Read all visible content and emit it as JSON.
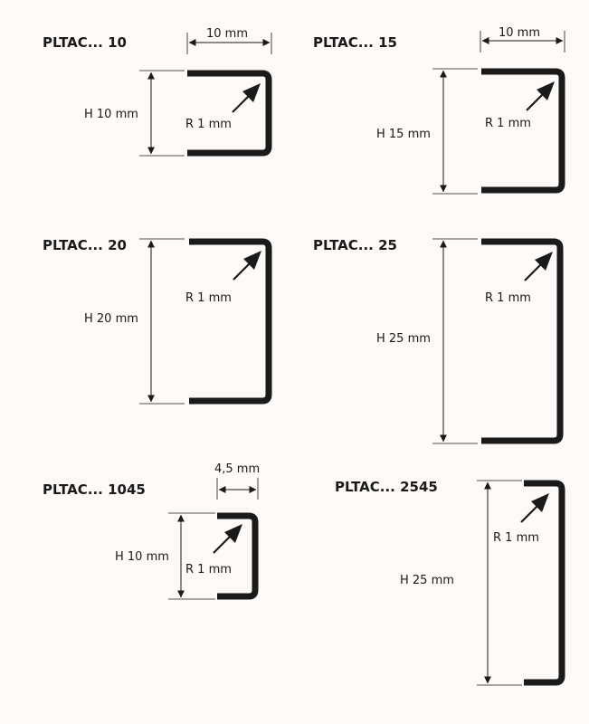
{
  "profiles": [
    {
      "title": "PLTAC... 10",
      "height_label": "H 10 mm",
      "width_label": "10 mm",
      "radius_label": "R 1 mm"
    },
    {
      "title": "PLTAC... 15",
      "height_label": "H 15 mm",
      "width_label": "10 mm",
      "radius_label": "R 1 mm"
    },
    {
      "title": "PLTAC... 20",
      "height_label": "H 20 mm",
      "width_label": "",
      "radius_label": "R 1 mm"
    },
    {
      "title": "PLTAC... 25",
      "height_label": "H 25 mm",
      "width_label": "",
      "radius_label": "R 1 mm"
    },
    {
      "title": "PLTAC... 1045",
      "height_label": "H 10 mm",
      "width_label": "4,5 mm",
      "radius_label": "R 1 mm"
    },
    {
      "title": "PLTAC... 2545",
      "height_label": "H 25 mm",
      "width_label": "",
      "radius_label": "R 1 mm"
    }
  ],
  "colors": {
    "ink": "#1a1a1a",
    "background": "#fdfaf7"
  }
}
